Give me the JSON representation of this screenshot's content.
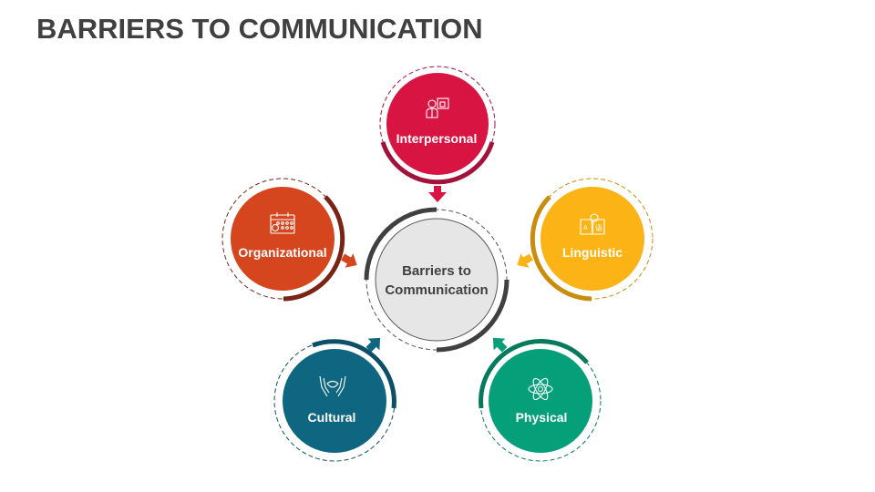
{
  "header": {
    "title": "BARRIERS TO COMMUNICATION"
  },
  "center": {
    "line1": "Barriers to",
    "line2": "Communication",
    "color": "#e6e6e6",
    "ring_color": "#404040"
  },
  "nodes": [
    {
      "id": "interpersonal",
      "label": "Interpersonal",
      "icon": "businessman-icon",
      "color": "#d81443",
      "accent": "#a3123a"
    },
    {
      "id": "linguistic",
      "label": "Linguistic",
      "icon": "language-book-icon",
      "color": "#fbb316",
      "accent": "#c98c0c"
    },
    {
      "id": "physical",
      "label": "Physical",
      "icon": "atom-icon",
      "color": "#05a07a",
      "accent": "#067a5c"
    },
    {
      "id": "cultural",
      "label": "Cultural",
      "icon": "hands-icon",
      "color": "#0f6680",
      "accent": "#0b5066"
    },
    {
      "id": "organizational",
      "label": "Organizational",
      "icon": "calendar-icon",
      "color": "#d5461f",
      "accent": "#7a2415"
    }
  ]
}
